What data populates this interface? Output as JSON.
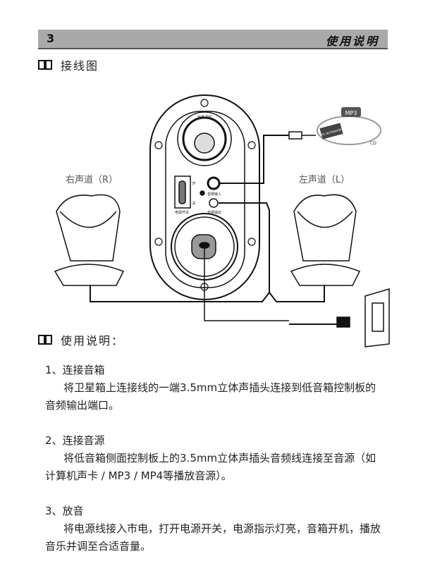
{
  "header": {
    "page_number": "3",
    "title": "使用说明"
  },
  "wiring_section": {
    "title": "接线图"
  },
  "diagram": {
    "right_channel": "右声道（R）",
    "left_channel": "左声道（L）",
    "volume_label": "音量调节",
    "switch_on": "开",
    "switch_off": "关",
    "power_switch": "电源开关",
    "audio_in": "音频输入",
    "audio_out": "音频输出",
    "source_mp3": "MP3",
    "source_pc": "PC NOTEBOOK",
    "source_cd": "CD"
  },
  "usage_section": {
    "title": "使用说明："
  },
  "steps": [
    {
      "title": "1、连接音箱",
      "body": "将卫星箱上连接线的一端3.5mm立体声插头连接到低音箱控制板的音频输出端口。"
    },
    {
      "title": "2、连接音源",
      "body": "将低音箱侧面控制板上的3.5mm立体声插头音频线连接至音源（如计算机声卡 / MP3 / MP4等播放音源）。"
    },
    {
      "title": "3、放音",
      "body": "将电源线接入市电，打开电源开关，电源指示灯亮，音箱开机，播放音乐并调至合适音量。"
    }
  ]
}
